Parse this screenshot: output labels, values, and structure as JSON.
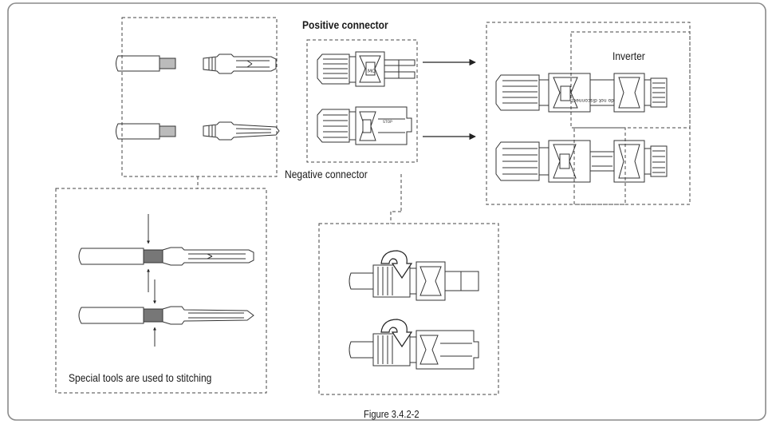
{
  "labels": {
    "positive_connector": "Positive connector",
    "negative_connector": "Negative connector",
    "inverter": "Inverter",
    "tools_caption": "Special tools are used to stitching",
    "figure_caption": "Figure 3.4.2-2"
  },
  "icons": [
    "cable-end-icon",
    "crimp-contact-icon",
    "mc4-connector-icon",
    "mc4-mated-icon",
    "arrow-right-icon",
    "crimp-arrow-icon",
    "rotate-arrow-icon"
  ],
  "colors": {
    "line": "#333333",
    "frame": "#8a8a8a",
    "background": "#ffffff"
  }
}
